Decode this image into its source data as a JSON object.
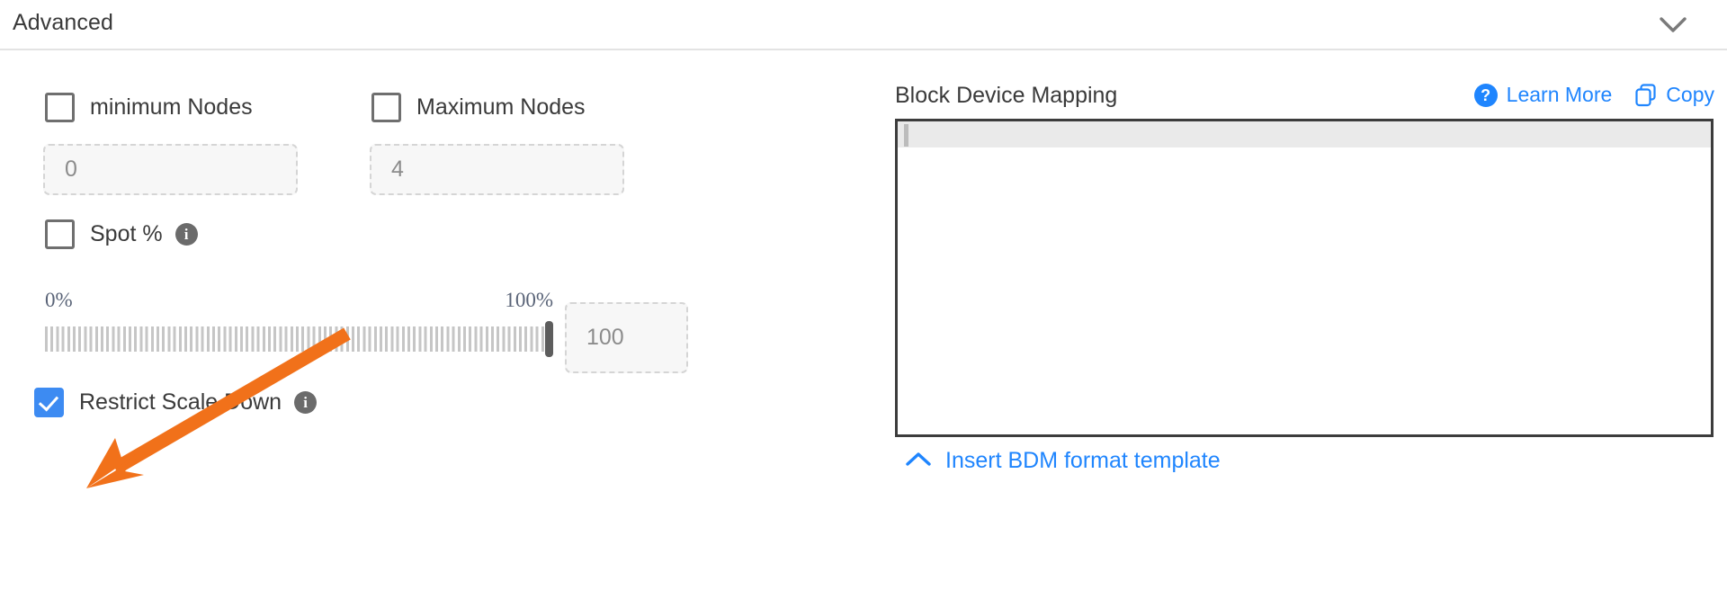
{
  "section": {
    "title": "Advanced",
    "collapse_icon": "chevron-down-icon"
  },
  "left_panel": {
    "min_nodes": {
      "checkbox_label": "minimum Nodes",
      "checked": false,
      "input_placeholder": "0"
    },
    "max_nodes": {
      "checkbox_label": "Maximum Nodes",
      "checked": false,
      "input_placeholder": "4"
    },
    "spot": {
      "checkbox_label": "Spot %",
      "checked": false,
      "info_glyph": "i"
    },
    "slider": {
      "min_label": "0%",
      "max_label": "100%",
      "value": 100,
      "value_input_placeholder": "100"
    },
    "restrict_scale_down": {
      "checkbox_label": "Restrict Scale Down",
      "checked": true,
      "info_glyph": "i"
    }
  },
  "right_panel": {
    "title": "Block Device Mapping",
    "learn_more_label": "Learn More",
    "learn_more_glyph": "?",
    "copy_label": "Copy",
    "editor_content": "",
    "insert_template_label": "Insert BDM format template",
    "insert_template_icon": "chevron-up-icon"
  },
  "colors": {
    "link_blue": "#1f85fe",
    "checkbox_blue": "#3d8bf2",
    "annotation_orange": "#f1711a",
    "slider_tick": "#c6c6c6",
    "slider_thumb": "#5d5d5d",
    "editor_border": "#3c3c3c"
  }
}
